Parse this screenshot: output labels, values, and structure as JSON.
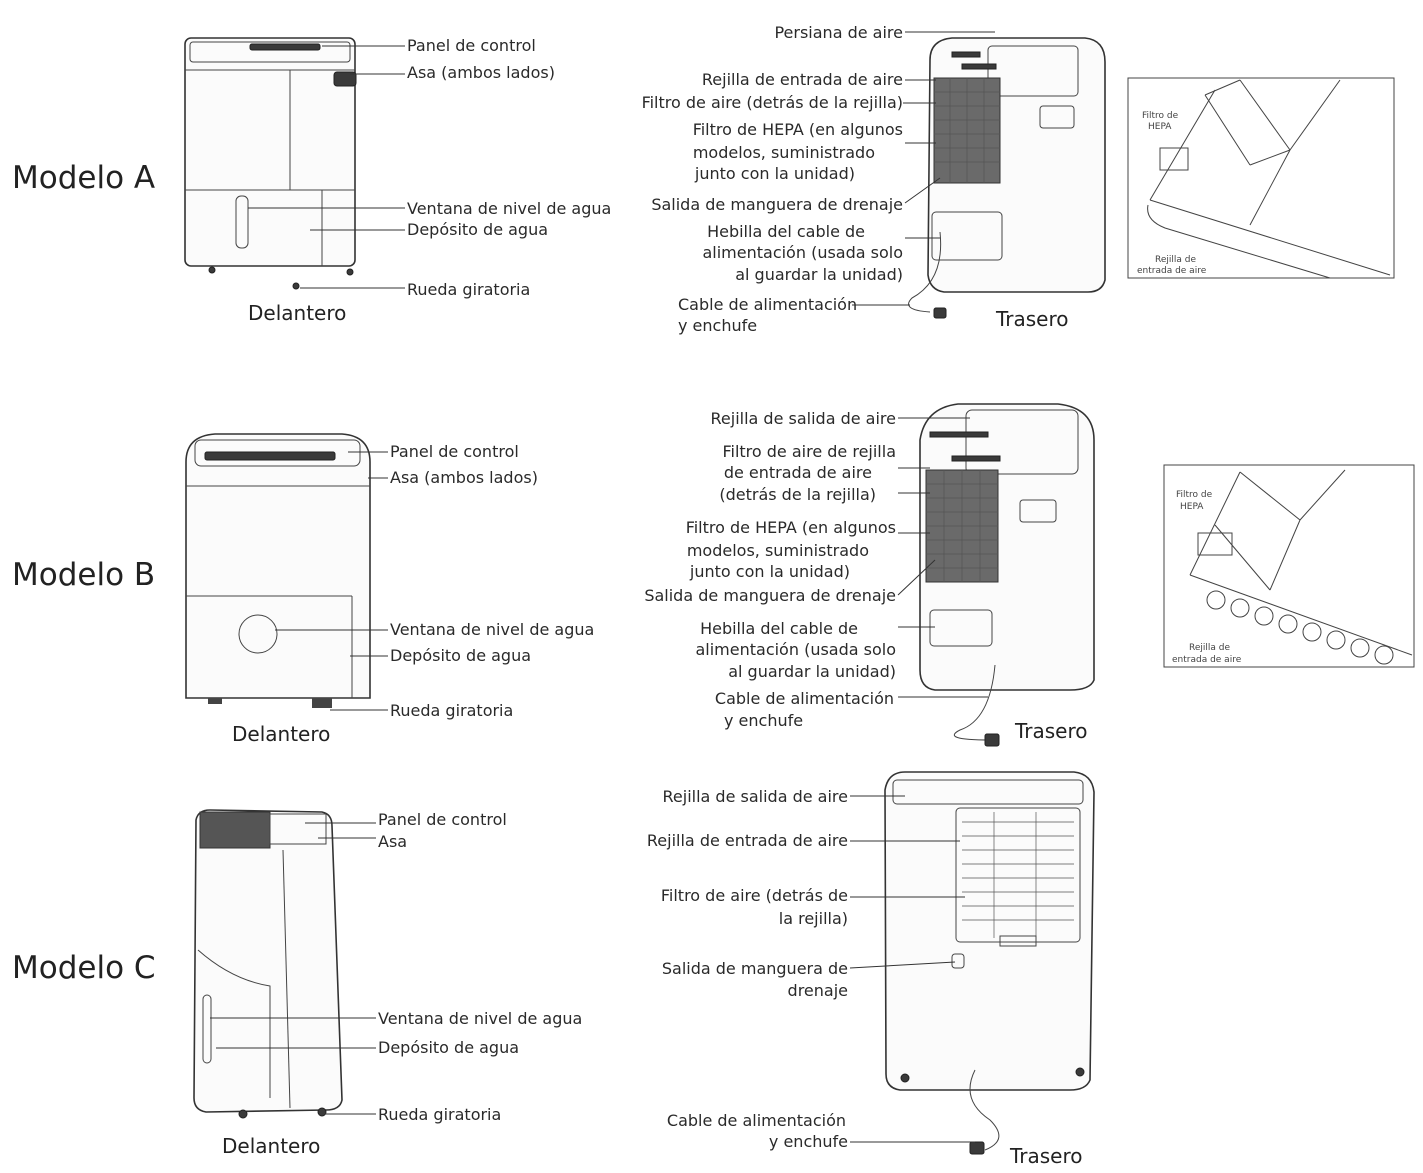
{
  "models": {
    "a": {
      "title": "Modelo A",
      "front": {
        "view_label": "Delantero",
        "labels": [
          "Panel de control",
          "Asa (ambos lados)",
          "Ventana de nivel de agua",
          "Depósito de agua",
          "Rueda giratoria"
        ]
      },
      "back": {
        "view_label": "Trasero",
        "labels": [
          [
            "Persiana de aire"
          ],
          [
            "Rejilla de entrada de aire"
          ],
          [
            "Filtro de aire (detrás de la rejilla)"
          ],
          [
            "Filtro de HEPA (en algunos",
            "modelos, suministrado",
            "junto con la unidad)"
          ],
          [
            "Salida de manguera de drenaje"
          ],
          [
            "Hebilla del cable de",
            "alimentación (usada solo",
            "al guardar la unidad)"
          ],
          [
            "Cable de alimentación",
            "y enchufe"
          ]
        ]
      },
      "detail": {
        "top_label": [
          "Filtro de",
          "HEPA"
        ],
        "bottom_label": [
          "Rejilla de",
          "entrada de aire"
        ]
      }
    },
    "b": {
      "title": "Modelo B",
      "front": {
        "view_label": "Delantero",
        "labels": [
          "Panel de control",
          "Asa (ambos lados)",
          "Ventana de nivel de agua",
          "Depósito de agua",
          "Rueda giratoria"
        ]
      },
      "back": {
        "view_label": "Trasero",
        "labels": [
          [
            "Rejilla de salida de aire"
          ],
          [
            "Filtro de aire de rejilla",
            "de entrada de aire",
            "(detrás de la rejilla)"
          ],
          [
            "Filtro de HEPA (en algunos",
            "modelos, suministrado",
            "junto con la unidad)"
          ],
          [
            "Salida de manguera de drenaje"
          ],
          [
            "Hebilla del cable de",
            "alimentación (usada solo",
            "al guardar la unidad)"
          ],
          [
            "Cable de alimentación",
            "y enchufe"
          ]
        ]
      },
      "detail": {
        "top_label": [
          "Filtro de",
          "HEPA"
        ],
        "bottom_label": [
          "Rejilla de",
          "entrada de aire"
        ]
      }
    },
    "c": {
      "title": "Modelo C",
      "front": {
        "view_label": "Delantero",
        "labels": [
          "Panel de control",
          "Asa",
          "Ventana de nivel de agua",
          "Depósito de agua",
          "Rueda giratoria"
        ]
      },
      "back": {
        "view_label": "Trasero",
        "labels": [
          [
            "Rejilla de salida de aire"
          ],
          [
            "Rejilla de entrada de aire"
          ],
          [
            "Filtro de aire (detrás de",
            "la rejilla)"
          ],
          [
            "Salida de manguera de",
            "drenaje"
          ],
          [
            "Cable de alimentación",
            "y enchufe"
          ]
        ]
      }
    }
  }
}
